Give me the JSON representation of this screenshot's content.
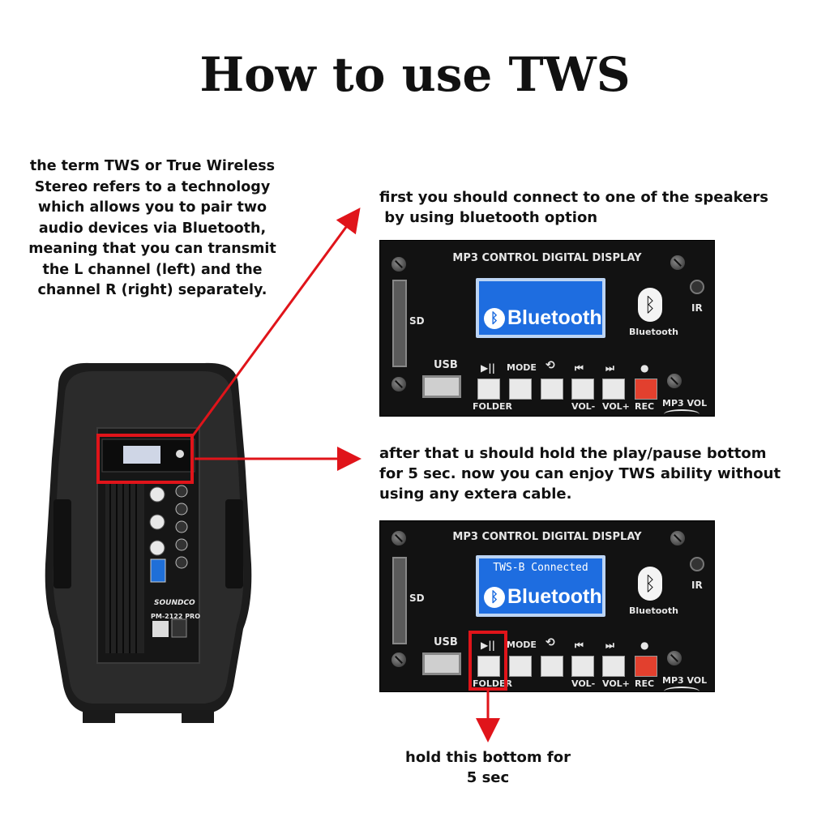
{
  "title": "How to use TWS",
  "intro": "the term TWS or True Wireless Stereo refers to a technology which allows you to pair two audio devices via Bluetooth, meaning that you can transmit the L channel (left) and the channel R (right) separately.",
  "step1": "first you should connect to one of the speakers\n by using bluetooth option",
  "step2": "after that u should hold the play/pause bottom\nfor 5 sec. now you can enjoy TWS ability without\nusing any extera cable.",
  "hold_note": "hold this bottom for 5 sec",
  "panel": {
    "title": "MP3 CONTROL DIGITAL DISPLAY",
    "sd": "SD",
    "ir": "IR",
    "usb": "USB",
    "mode": "MODE",
    "folder": "FOLDER",
    "vol_minus": "VOL-",
    "vol_plus": "VOL+",
    "rec": "REC",
    "mp3vol": "MP3 VOL",
    "lcd_text": "Bluetooth",
    "bt_word": "Bluetooth",
    "play_glyph": "▶||",
    "repeat_glyph": "⟲",
    "prev_glyph": "⏮",
    "next_glyph": "⏭",
    "rec_glyph": "●"
  },
  "panel2_status": "TWS-B Connected",
  "speaker": {
    "brand": "SOUNDCO",
    "model": "PM-2122 PRO"
  },
  "colors": {
    "accent": "#e0141a",
    "lcd": "#1e6de0",
    "panel": "#121212"
  }
}
